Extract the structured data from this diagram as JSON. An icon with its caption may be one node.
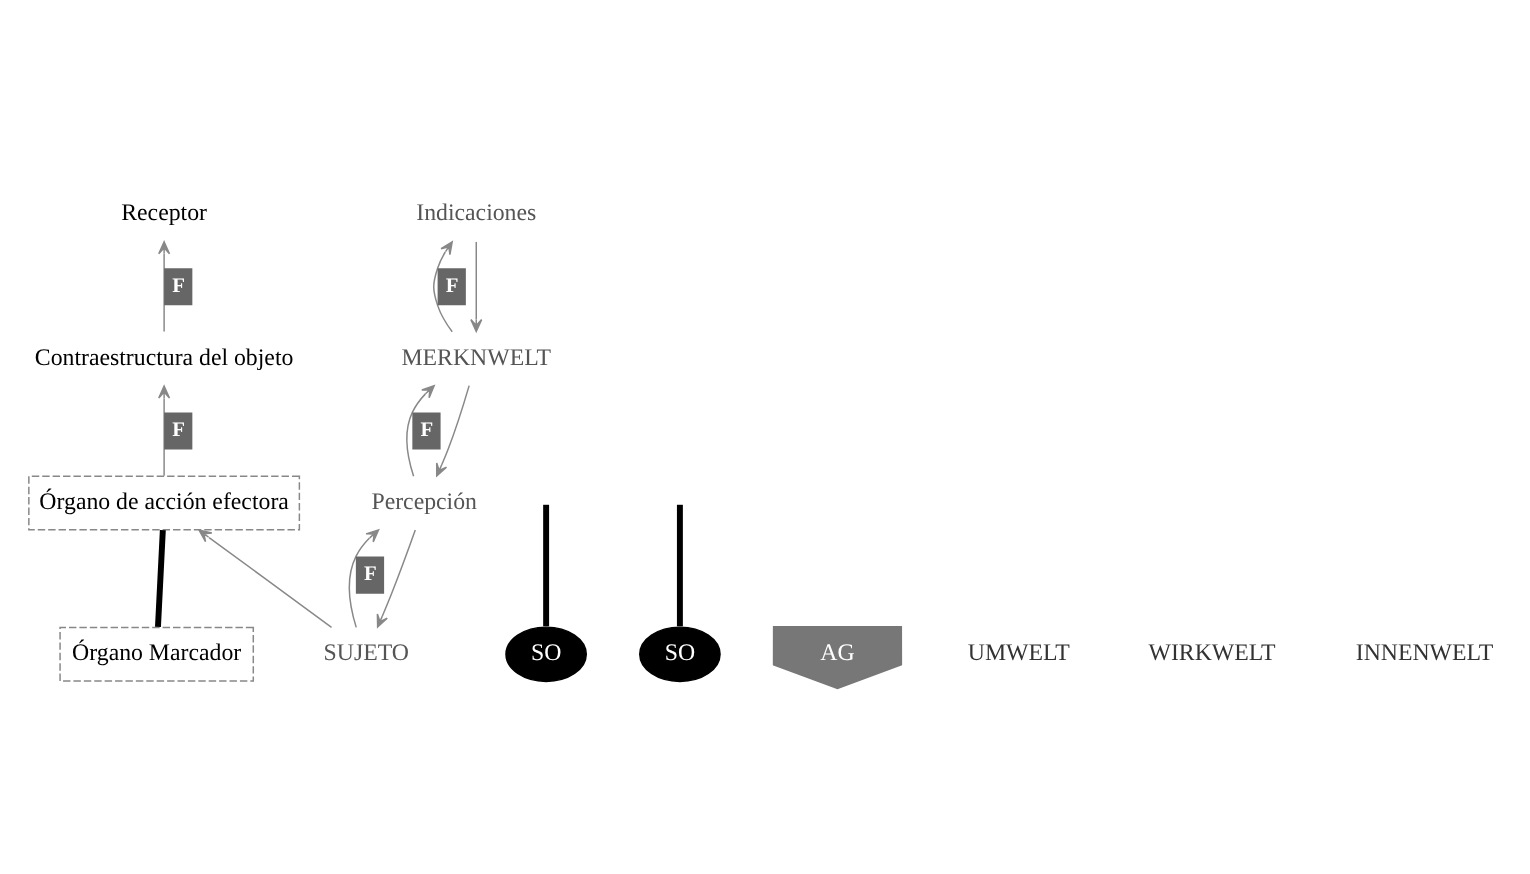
{
  "diagram": {
    "nodes": [
      {
        "text": [
          "Receptor"
        ]
      },
      {
        "text": [
          "Órgano Marcador"
        ]
      },
      {
        "text": [
          "SO"
        ]
      },
      {
        "text": [
          "Contraestructura del objeto"
        ]
      },
      {
        "text": [
          "Indicaciones"
        ]
      },
      {
        "text": [
          "MERKNWELT"
        ]
      },
      {
        "text": [
          "Percepción"
        ]
      },
      {
        "text": [
          "Órgano de acción efectora"
        ]
      },
      {
        "text": [
          "SO"
        ]
      },
      {
        "text": [
          "SUJETO"
        ]
      },
      {
        "text": [
          "AG"
        ]
      }
    ],
    "edges": [
      {
        "from": 3,
        "to": 0,
        "arrow": "to",
        "label": "F"
      },
      {
        "from": 7,
        "to": 3,
        "arrow": "to",
        "label": "F"
      },
      {
        "from": 9,
        "to": 7,
        "arrow": "to"
      },
      {
        "from": 9,
        "to": 6,
        "arrow": "to",
        "label": "F"
      },
      {
        "from": 6,
        "to": 9,
        "arrow": "to"
      },
      {
        "from": 6,
        "to": 5,
        "arrow": "to",
        "label": "F"
      },
      {
        "from": 5,
        "to": 6,
        "arrow": "to"
      },
      {
        "from": 5,
        "to": 4,
        "arrow": "to",
        "label": "F"
      },
      {
        "from": 4,
        "to": 5,
        "arrow": "to"
      },
      {
        "from": 1,
        "to": 7,
        "arrow": "none",
        "style": "thick",
        "color": "#000000"
      },
      {
        "from": 2,
        "to": null,
        "arrow": "none",
        "style": "thick",
        "color": "#000000"
      },
      {
        "from": 8,
        "to": null,
        "arrow": "none",
        "style": "thick",
        "color": "#000000"
      }
    ],
    "labels": [
      "UMWELT",
      "WIRKWELT",
      "INNENWELT"
    ]
  }
}
